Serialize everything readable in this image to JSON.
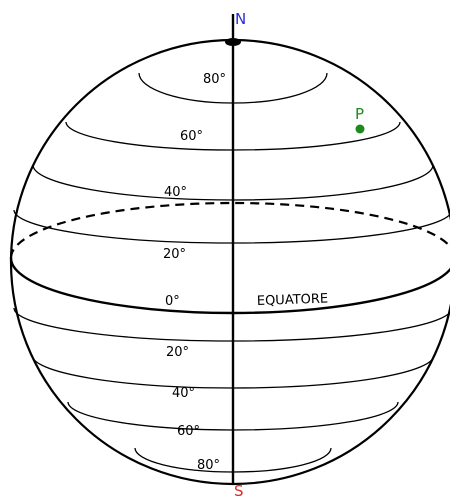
{
  "poles": {
    "north": "N",
    "south": "S"
  },
  "equator_label": "EQUATORE",
  "point_label": "P",
  "latitudes_north": [
    "80°",
    "60°",
    "40°",
    "20°"
  ],
  "equator_degree": "0°",
  "latitudes_south": [
    "20°",
    "40°",
    "60°",
    "80°"
  ],
  "colors": {
    "pole_north": "#2a2ad6",
    "pole_south": "#d92a2a",
    "point": "#1e8a1e",
    "lines": "#000000"
  }
}
